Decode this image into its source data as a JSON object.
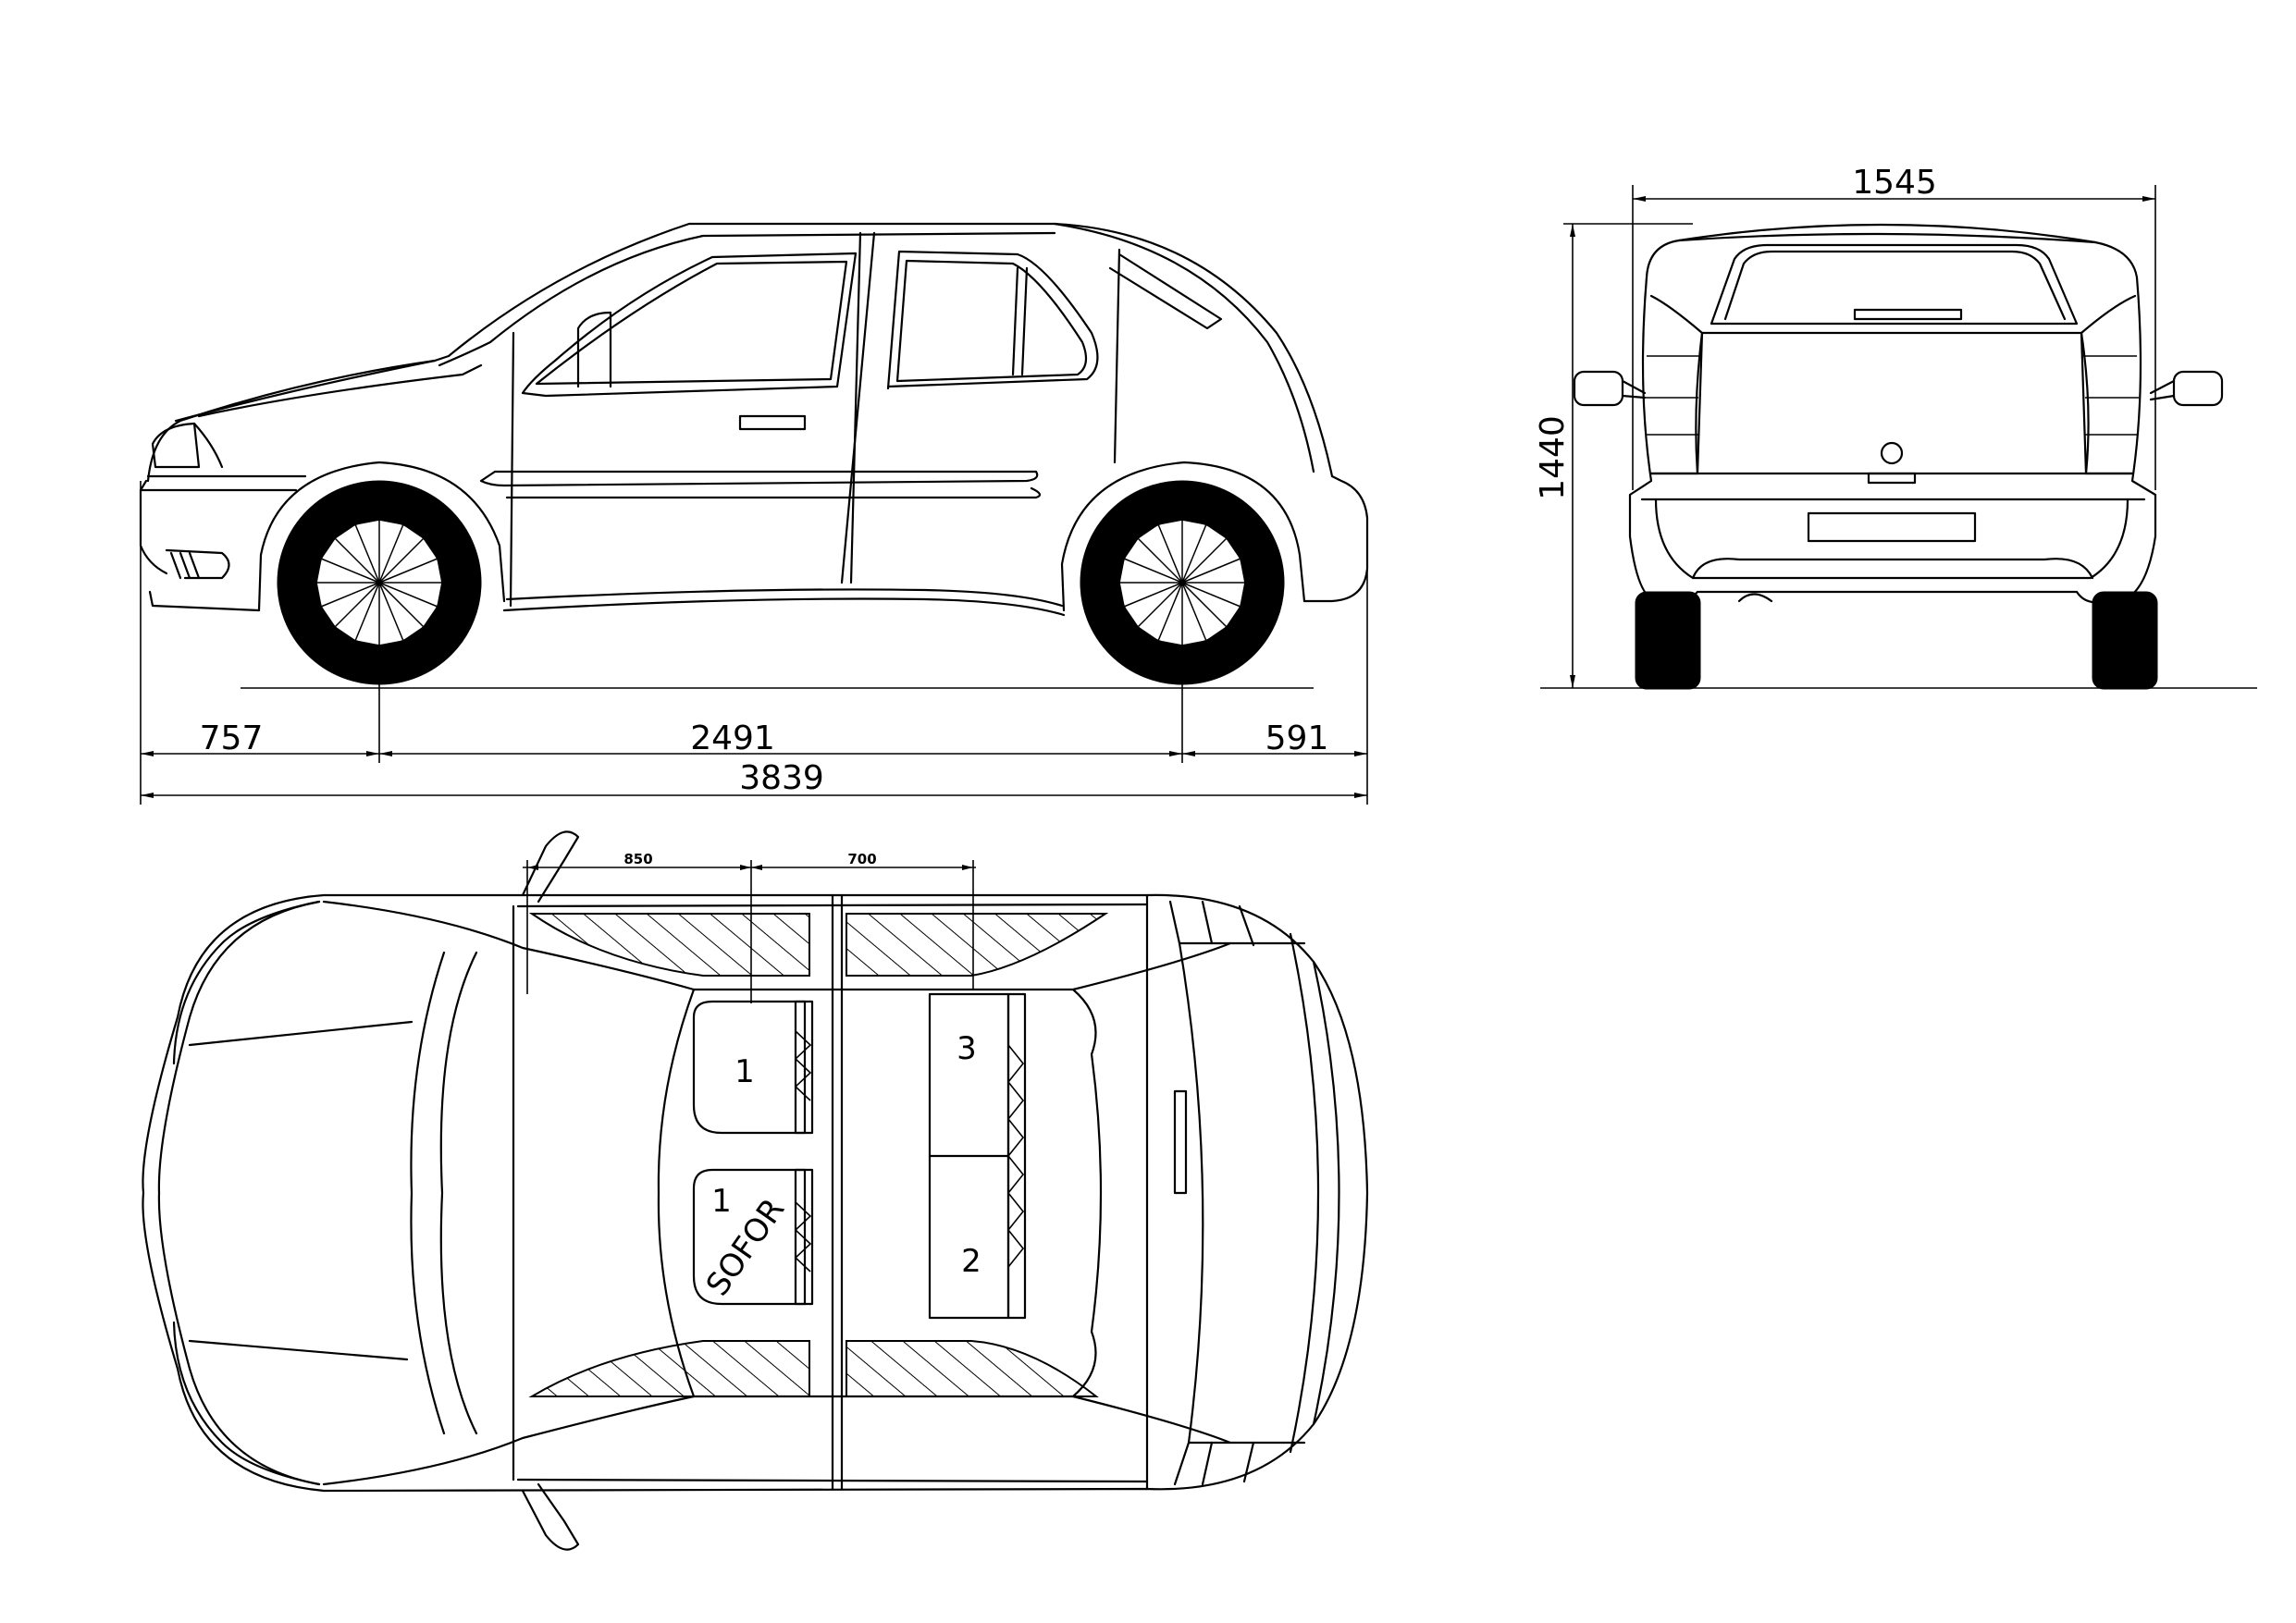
{
  "dimensions": {
    "front_overhang": "757",
    "wheelbase": "2491",
    "rear_overhang": "591",
    "overall_length": "3839",
    "overall_width": "1545",
    "overall_height": "1440",
    "seat_spacing_front": "850",
    "seat_spacing_rear": "700"
  },
  "seats": {
    "front_passenger": "1",
    "driver": "1",
    "driver_label": "SOFOR",
    "rear_right": "3",
    "rear_left": "2"
  }
}
